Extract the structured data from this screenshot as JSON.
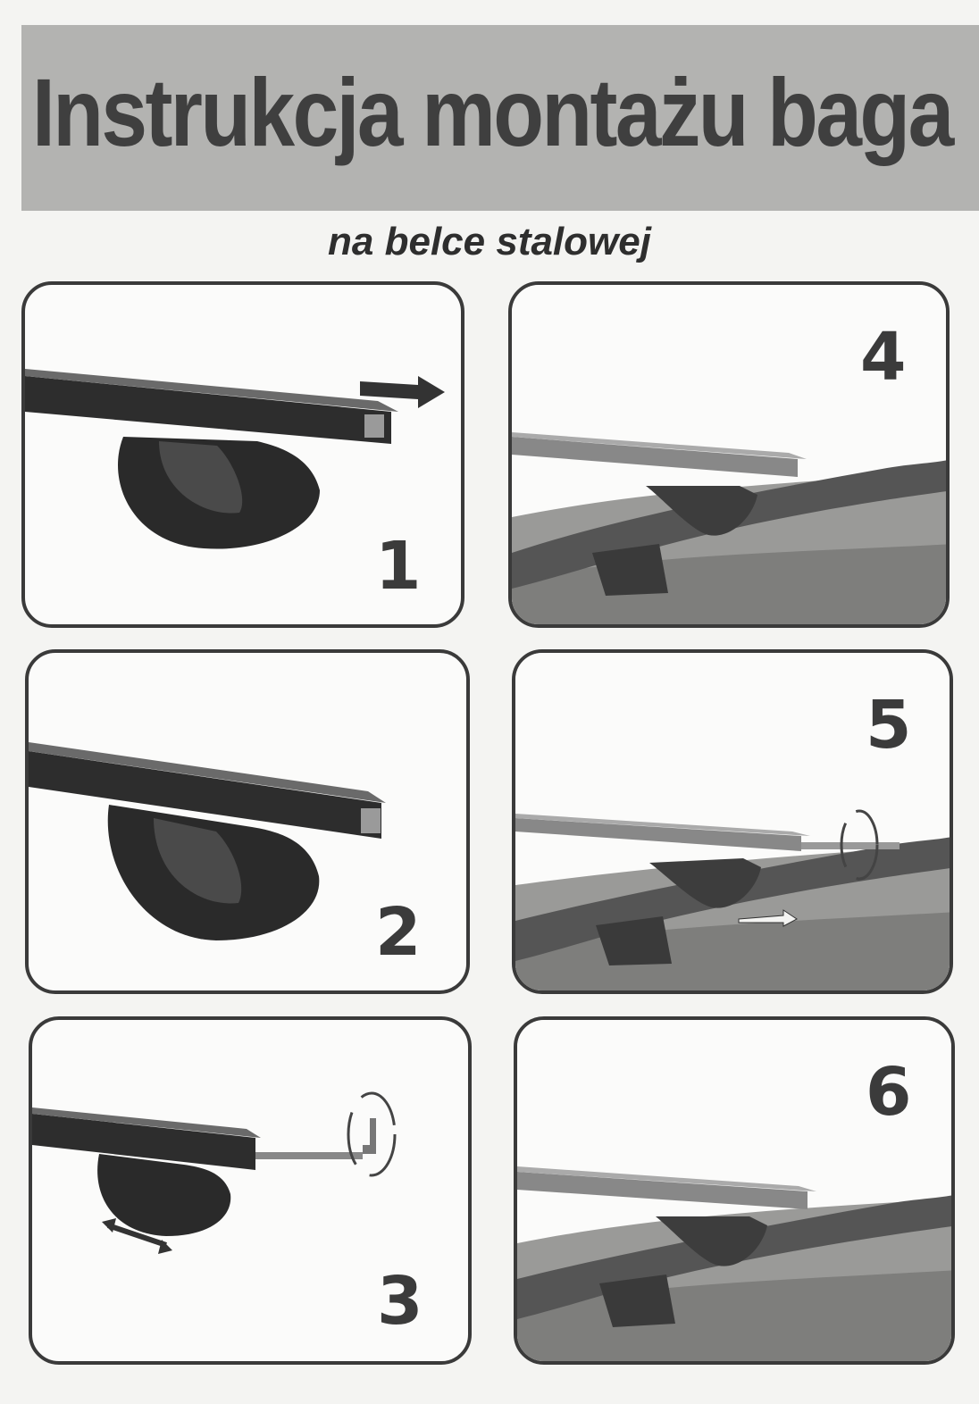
{
  "header": {
    "title": "Instrukcja montażu baga",
    "subtitle": "na belce stalowej"
  },
  "steps": [
    {
      "number": "1"
    },
    {
      "number": "2"
    },
    {
      "number": "3"
    },
    {
      "number": "4"
    },
    {
      "number": "5"
    },
    {
      "number": "6"
    }
  ],
  "colors": {
    "banner": "#b3b3b1",
    "title_text": "#3f3f3f",
    "panel_border": "#3a3a3a"
  }
}
